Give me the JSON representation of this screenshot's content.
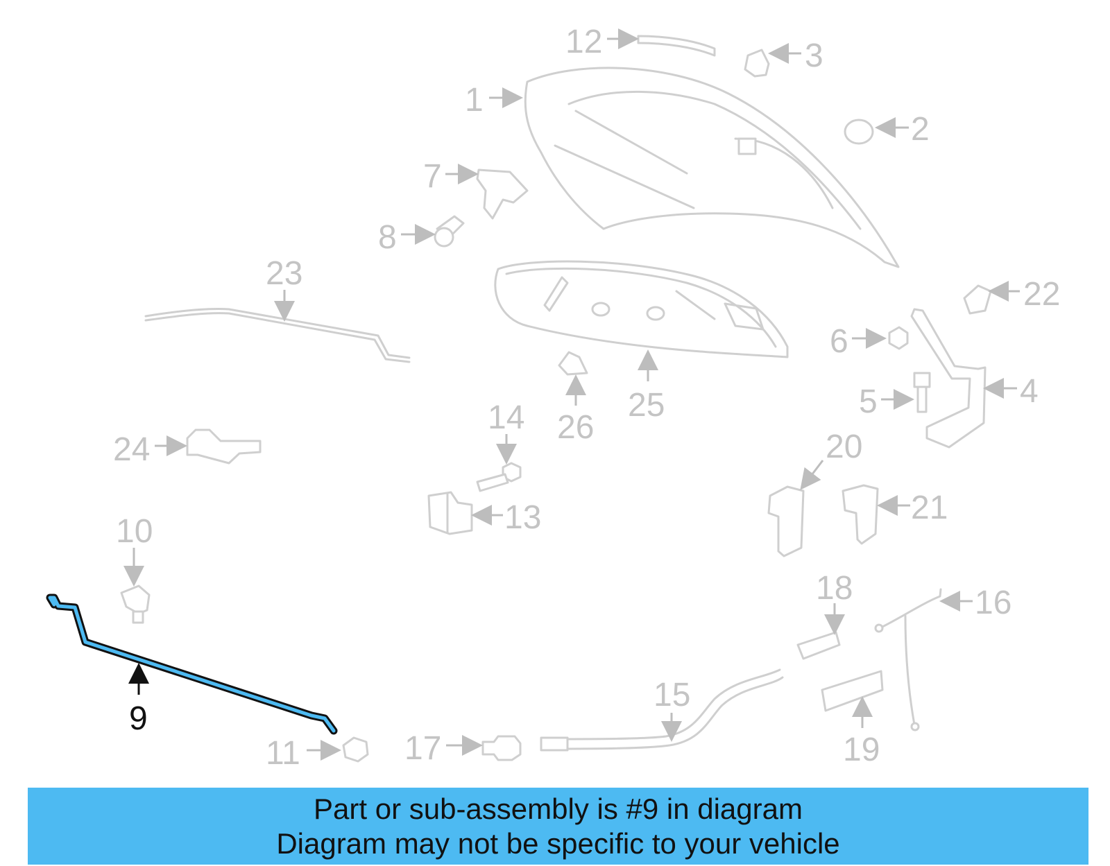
{
  "diagram": {
    "highlight_color": "#4dbaf2",
    "highlighted_part": "9",
    "callouts": {
      "c1": "1",
      "c2": "2",
      "c3": "3",
      "c4": "4",
      "c5": "5",
      "c6": "6",
      "c7": "7",
      "c8": "8",
      "c9": "9",
      "c10": "10",
      "c11": "11",
      "c12": "12",
      "c13": "13",
      "c14": "14",
      "c15": "15",
      "c16": "16",
      "c17": "17",
      "c18": "18",
      "c19": "19",
      "c20": "20",
      "c21": "21",
      "c22": "22",
      "c23": "23",
      "c24": "24",
      "c25": "25",
      "c26": "26"
    }
  },
  "banner": {
    "line1": "Part or sub-assembly is #9 in diagram",
    "line2": "Diagram may not be specific to your vehicle"
  }
}
